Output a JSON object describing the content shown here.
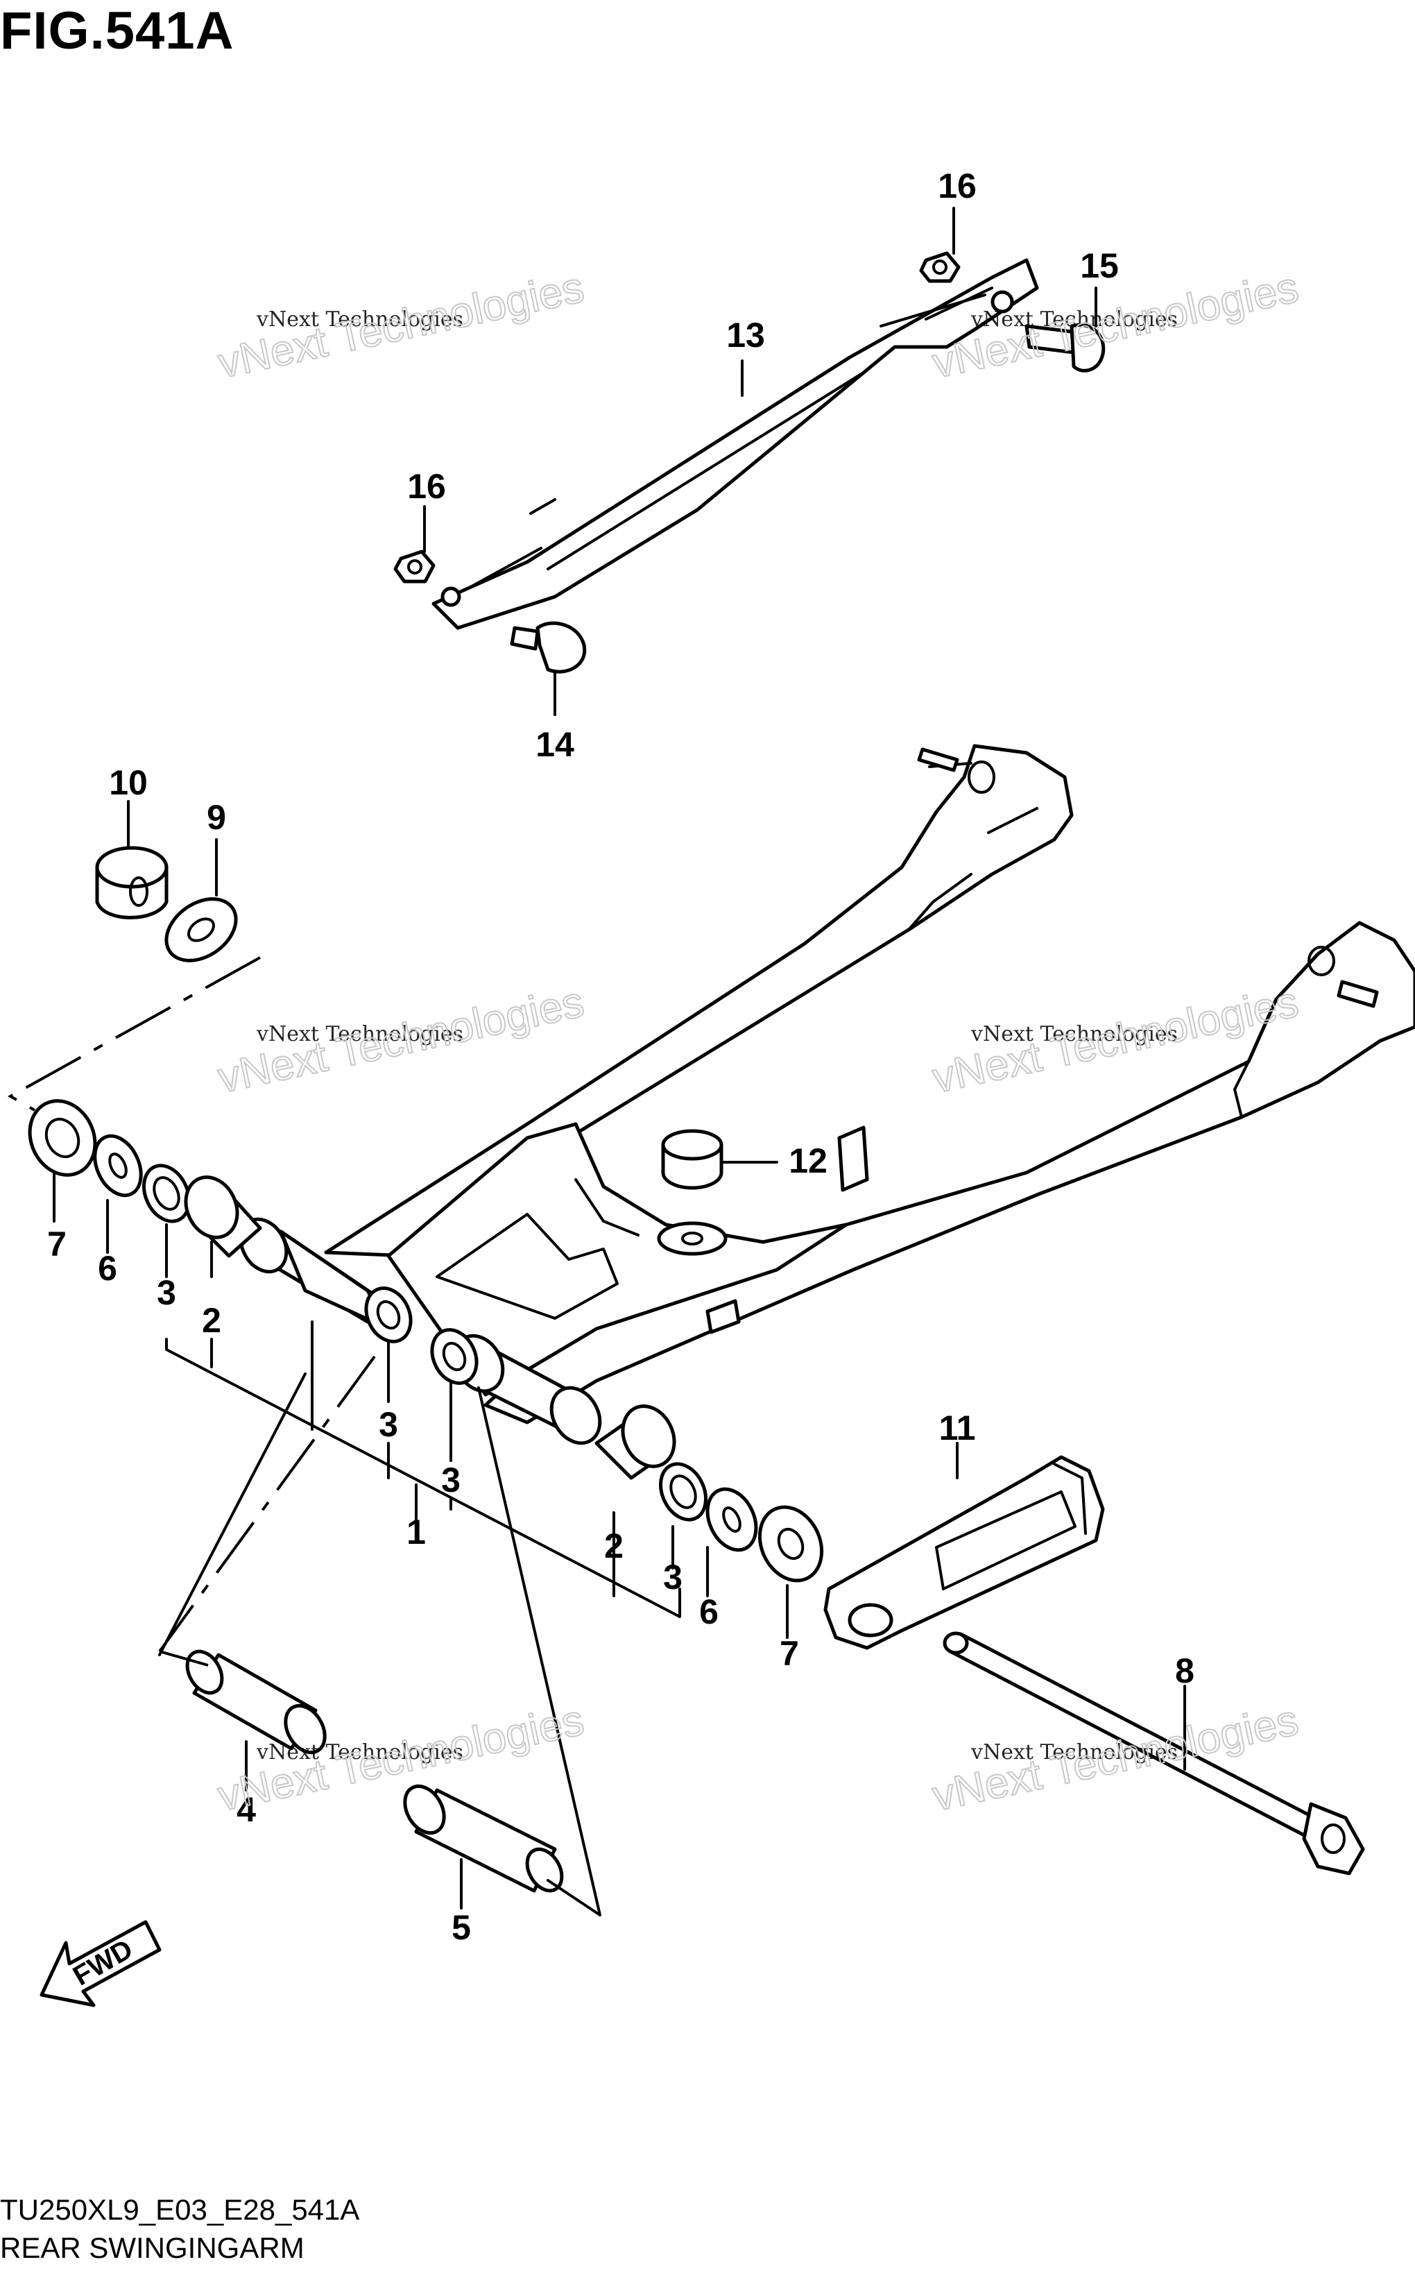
{
  "figure": {
    "title": "FIG.541A",
    "code": "TU250XL9_E03_E28_541A",
    "name": "REAR SWINGINGARM"
  },
  "fwd_label": "FWD",
  "watermark": {
    "line1": "vNext Technologies",
    "line2": "vNext Technologies"
  },
  "callouts": [
    "1",
    "2",
    "3",
    "4",
    "5",
    "6",
    "7",
    "8",
    "9",
    "10",
    "11",
    "12",
    "13",
    "14",
    "15",
    "16"
  ]
}
